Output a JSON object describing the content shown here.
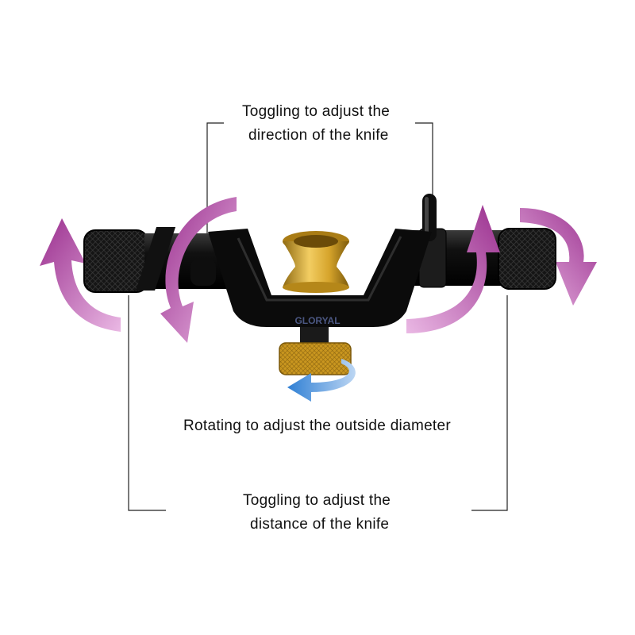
{
  "annotations": {
    "top": {
      "line1": "Toggling to adjust the",
      "line2": "direction of the knife"
    },
    "middle": {
      "line1": "Rotating to adjust the outside diameter"
    },
    "bottom": {
      "line1": "Toggling to adjust the",
      "line2": "distance of the knife"
    }
  },
  "product": {
    "brand_text": "GLORYAL",
    "body_color": "#0d0d0d",
    "brass_color": "#d4a12a",
    "arrow_purple": "#b04aa3",
    "arrow_blue": "#3d86d6",
    "leader_line_color": "#222222"
  }
}
